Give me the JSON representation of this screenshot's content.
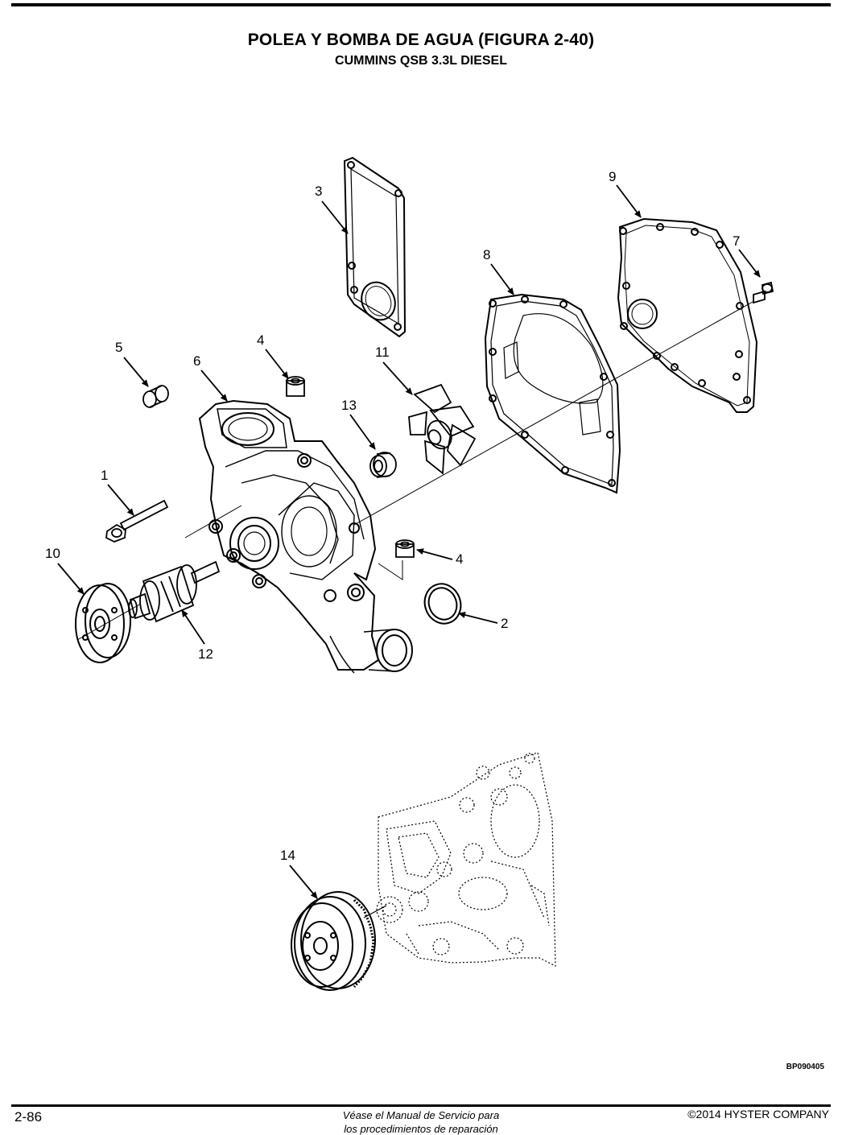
{
  "header": {
    "title": "POLEA Y BOMBA DE AGUA (FIGURA 2-40)",
    "subtitle": "CUMMINS QSB 3.3L DIESEL"
  },
  "callouts": [
    "1",
    "2",
    "3",
    "4",
    "4",
    "5",
    "6",
    "7",
    "8",
    "9",
    "10",
    "11",
    "12",
    "13",
    "14"
  ],
  "figure_code": "BP090405",
  "footer": {
    "page_number": "2-86",
    "center_line1": "Véase el Manual de Servicio para",
    "center_line2": "los procedimientos de reparación",
    "copyright": "©2014 HYSTER COMPANY"
  }
}
